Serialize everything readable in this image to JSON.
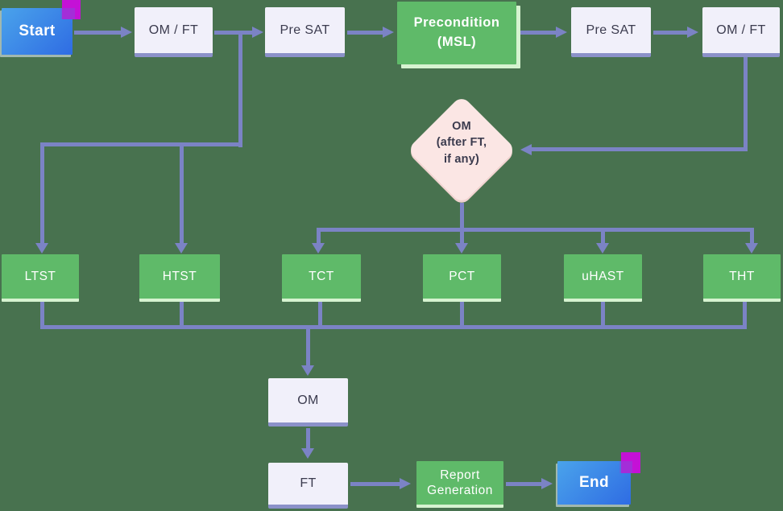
{
  "diagram": {
    "type": "flowchart",
    "nodes": {
      "start": {
        "label": "Start"
      },
      "om_ft_1": {
        "label": "OM / FT"
      },
      "pre_sat_1": {
        "label": "Pre SAT"
      },
      "precondition": {
        "line1": "Precondition",
        "line2": "(MSL)"
      },
      "pre_sat_2": {
        "label": "Pre SAT"
      },
      "om_ft_2": {
        "label": "OM / FT"
      },
      "decision": {
        "line1": "OM",
        "line2": "(after FT,",
        "line3": "if any)"
      },
      "ltst": {
        "label": "LTST"
      },
      "htst": {
        "label": "HTST"
      },
      "tct": {
        "label": "TCT"
      },
      "pct": {
        "label": "PCT"
      },
      "uhast": {
        "label": "uHAST"
      },
      "tht": {
        "label": "THT"
      },
      "om": {
        "label": "OM"
      },
      "ft": {
        "label": "FT"
      },
      "report": {
        "line1": "Report",
        "line2": "Generation"
      },
      "end": {
        "label": "End"
      }
    },
    "edges": [
      {
        "from": "start",
        "to": "om_ft_1"
      },
      {
        "from": "om_ft_1",
        "to": "pre_sat_1"
      },
      {
        "from": "pre_sat_1",
        "to": "precondition"
      },
      {
        "from": "precondition",
        "to": "pre_sat_2"
      },
      {
        "from": "pre_sat_2",
        "to": "om_ft_2"
      },
      {
        "from": "om_ft_2",
        "to": "decision"
      },
      {
        "from": "om_ft_1",
        "to": "ltst"
      },
      {
        "from": "om_ft_1",
        "to": "htst"
      },
      {
        "from": "decision",
        "to": "tct"
      },
      {
        "from": "decision",
        "to": "pct"
      },
      {
        "from": "decision",
        "to": "uhast"
      },
      {
        "from": "decision",
        "to": "tht"
      },
      {
        "from": "ltst",
        "to": "om"
      },
      {
        "from": "htst",
        "to": "om"
      },
      {
        "from": "tct",
        "to": "om"
      },
      {
        "from": "pct",
        "to": "om"
      },
      {
        "from": "uhast",
        "to": "om"
      },
      {
        "from": "tht",
        "to": "om"
      },
      {
        "from": "om",
        "to": "ft"
      },
      {
        "from": "ft",
        "to": "report"
      },
      {
        "from": "report",
        "to": "end"
      }
    ],
    "colors": {
      "background": "#48724f",
      "connector": "#7b83c5",
      "process_fill": "#f1f0fa",
      "process_border": "#8b91c9",
      "green_fill": "#5fba69",
      "green_edge": "#d6f3d0",
      "decision_fill": "#fbe6e4",
      "start_end_gradient_from": "#4aa3eb",
      "start_end_gradient_to": "#2f6ce3",
      "accent_magenta": "#c411d6",
      "text_dark": "#3b3b4e",
      "text_light": "#ffffff"
    }
  }
}
